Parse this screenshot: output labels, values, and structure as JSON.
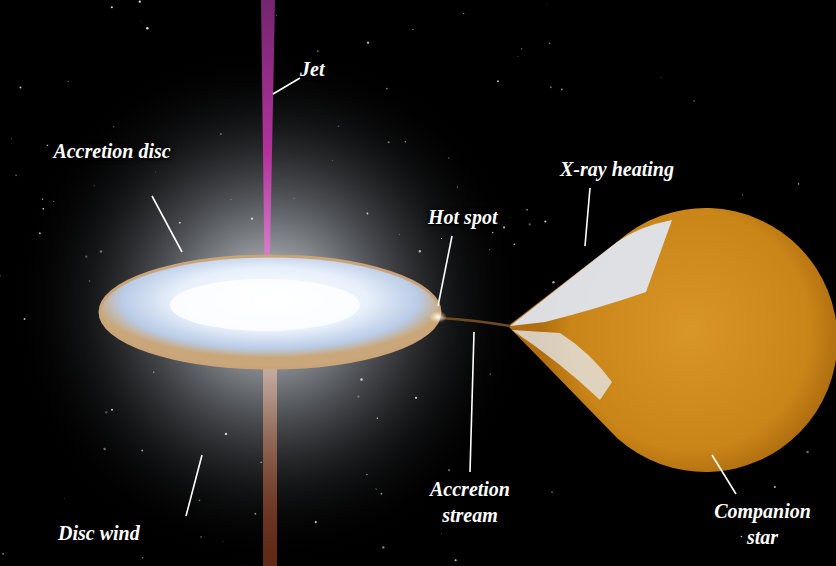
{
  "diagram": {
    "labels": [
      "Jet",
      "Accretion disc",
      "X-ray heating",
      "Hot spot",
      "Disc wind",
      "Accretion stream",
      "Companion star"
    ]
  }
}
